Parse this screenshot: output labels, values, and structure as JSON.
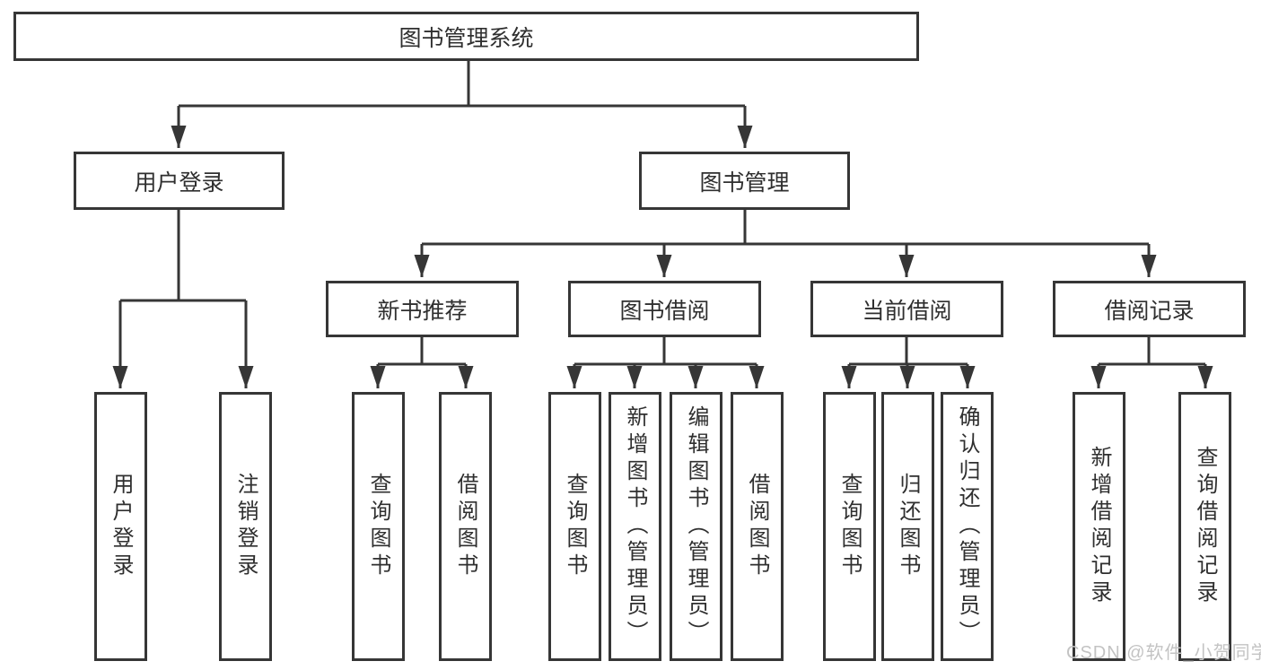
{
  "colors": {
    "line": "#363636",
    "border": "#363636",
    "text": "#2f2f2f",
    "watermark": "#c3c3c3",
    "background": "#ffffff"
  },
  "tree": {
    "root": {
      "label": "图书管理系统"
    },
    "user_login": {
      "label": "用户登录",
      "children": [
        {
          "label": "用户登录"
        },
        {
          "label": "注销登录"
        }
      ]
    },
    "book_mgmt": {
      "label": "图书管理",
      "children": {
        "new_book_rec": {
          "label": "新书推荐",
          "children": [
            {
              "label": "查询图书"
            },
            {
              "label": "借阅图书"
            }
          ]
        },
        "book_borrow": {
          "label": "图书借阅",
          "children": [
            {
              "label": "查询图书"
            },
            {
              "label": "新增图书（管理员）"
            },
            {
              "label": "编辑图书（管理员）"
            },
            {
              "label": "借阅图书"
            }
          ]
        },
        "current_borrow": {
          "label": "当前借阅",
          "children": [
            {
              "label": "查询图书"
            },
            {
              "label": "归还图书"
            },
            {
              "label": "确认归还（管理员）"
            }
          ]
        },
        "borrow_records": {
          "label": "借阅记录",
          "children": [
            {
              "label": "新增借阅记录"
            },
            {
              "label": "查询借阅记录"
            }
          ]
        }
      }
    }
  },
  "watermark": {
    "text": "CSDN @软件_小贺同学"
  }
}
